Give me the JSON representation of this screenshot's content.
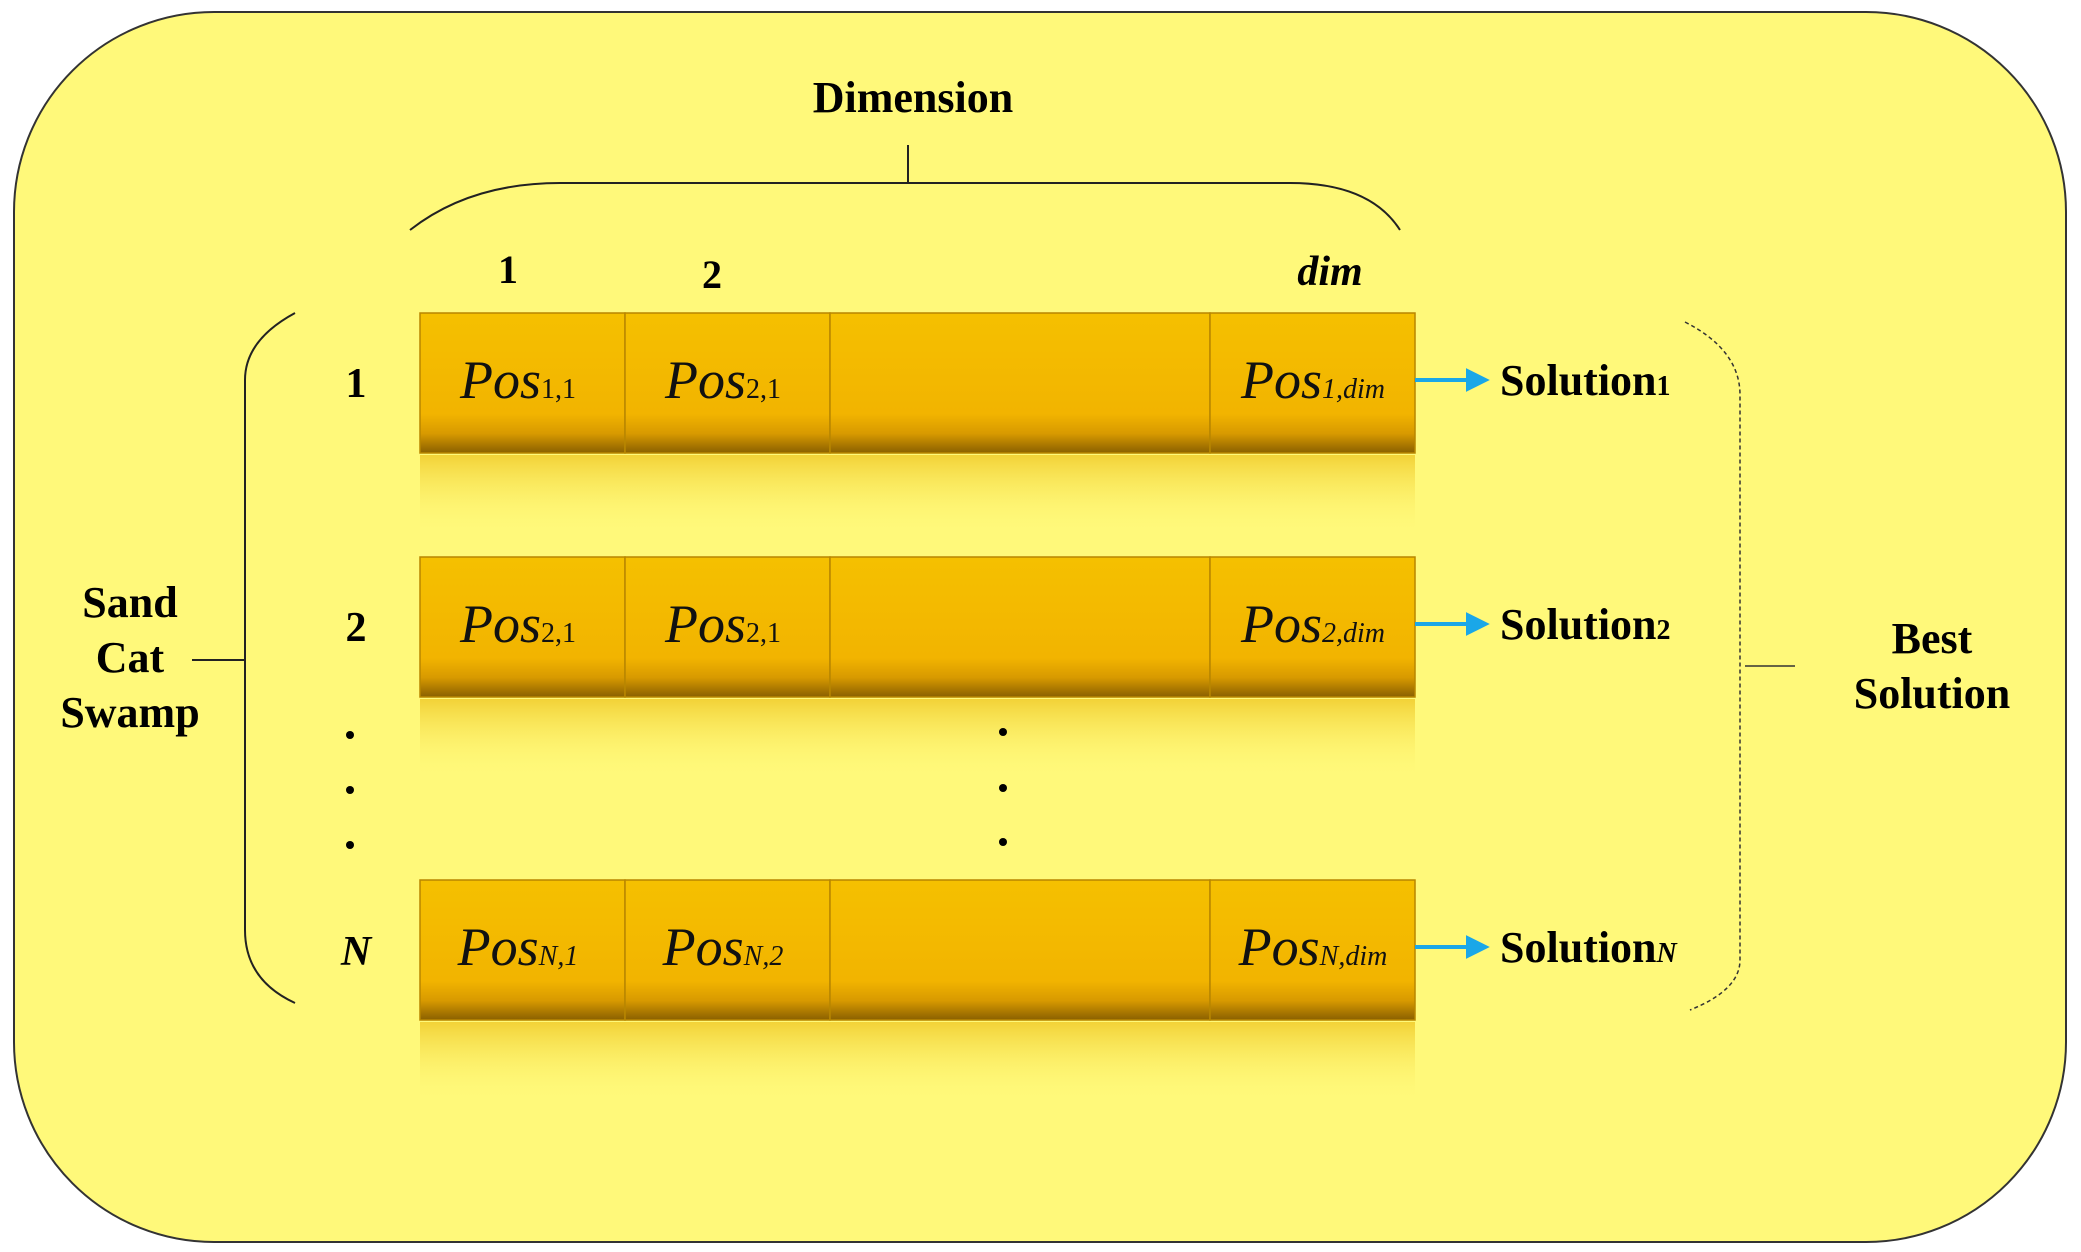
{
  "dimension_label": "Dimension",
  "col_headers": {
    "c1": "1",
    "c2": "2",
    "cdim": "dim"
  },
  "row_labels": {
    "r1": "1",
    "r2": "2",
    "rN": "N"
  },
  "swamp_label": [
    "Sand",
    "Cat",
    "Swamp"
  ],
  "best_label": [
    "Best",
    "Solution"
  ],
  "pos_text": "Pos",
  "rows": [
    {
      "c1_sub": "1,1",
      "c2_sub": "2,1",
      "cdim_sub": "1,dim",
      "solution": "Solution",
      "solution_sub": "1"
    },
    {
      "c1_sub": "2,1",
      "c2_sub": "2,1",
      "cdim_sub": "2,dim",
      "solution": "Solution",
      "solution_sub": "2"
    },
    {
      "c1_sub": "N,1",
      "c2_sub": "N,2",
      "cdim_sub": "N,dim",
      "solution": "Solution",
      "solution_sub": "N"
    }
  ],
  "ellipsis": "."
}
